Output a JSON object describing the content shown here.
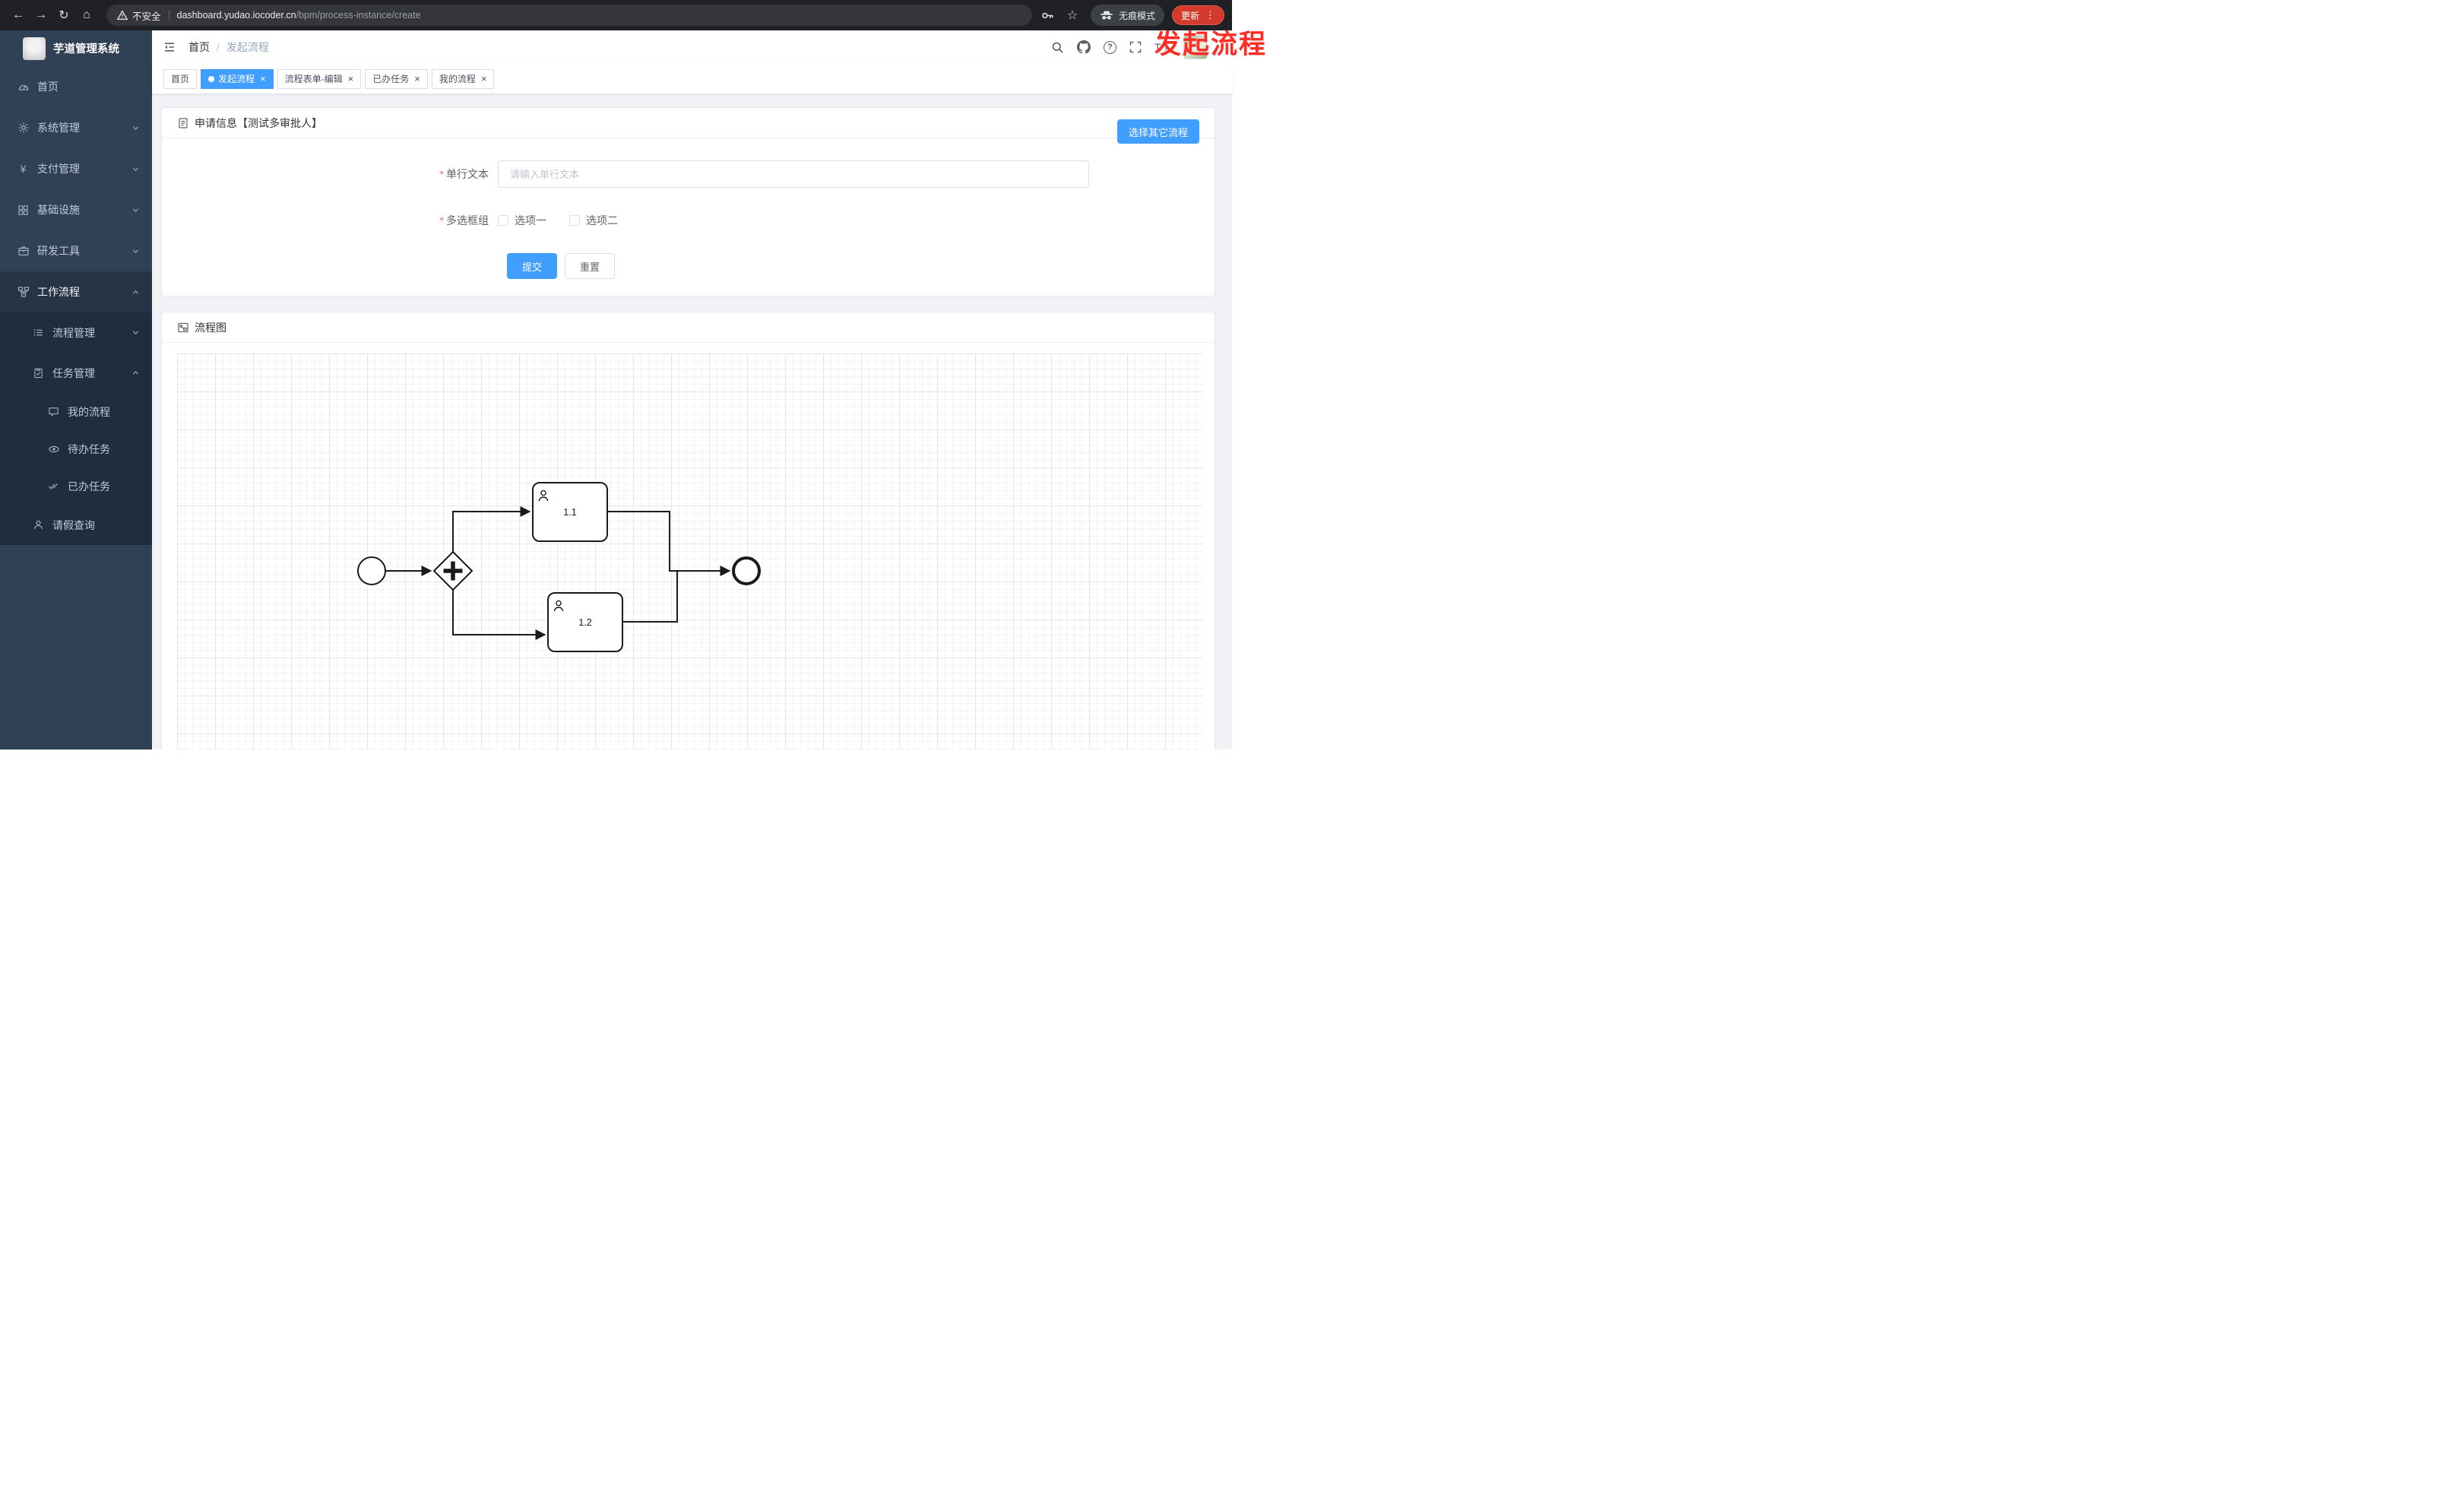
{
  "icons": {
    "back": "←",
    "forward": "→",
    "reload": "↻",
    "home": "⌂",
    "star": "☆",
    "overflow": "⋮",
    "caret": "▾",
    "close": "×",
    "yen": "¥",
    "question": "?",
    "slash": "/"
  },
  "browser": {
    "security_label": "不安全",
    "url_host": "dashboard.yudao.iocoder.cn",
    "url_path": "/bpm/process-instance/create",
    "incognito_label": "无痕模式",
    "update_label": "更新"
  },
  "annotation": {
    "title": "发起流程"
  },
  "sidebar": {
    "logo_title": "芋道管理系统",
    "menu": [
      {
        "label": "首页"
      },
      {
        "label": "系统管理"
      },
      {
        "label": "支付管理"
      },
      {
        "label": "基础设施"
      },
      {
        "label": "研发工具"
      },
      {
        "label": "工作流程"
      }
    ],
    "workflow_children": [
      {
        "label": "流程管理"
      },
      {
        "label": "任务管理"
      }
    ],
    "task_children": [
      {
        "label": "我的流程"
      },
      {
        "label": "待办任务"
      },
      {
        "label": "已办任务"
      }
    ],
    "leave_label": "请假查询"
  },
  "header": {
    "breadcrumb_home": "首页",
    "breadcrumb_current": "发起流程"
  },
  "tabs": [
    {
      "label": "首页"
    },
    {
      "label": "发起流程"
    },
    {
      "label": "流程表单-编辑"
    },
    {
      "label": "已办任务"
    },
    {
      "label": "我的流程"
    }
  ],
  "form_card": {
    "title": "申请信息【测试多审批人】",
    "choose_button": "选择其它流程",
    "text_field": {
      "label": "单行文本",
      "placeholder": "请输入单行文本",
      "value": ""
    },
    "checkbox_group": {
      "label": "多选框组",
      "options": [
        {
          "label": "选项一",
          "checked": false
        },
        {
          "label": "选项二",
          "checked": false
        }
      ]
    },
    "submit_label": "提交",
    "reset_label": "重置"
  },
  "diagram_card": {
    "title": "流程图",
    "nodes": {
      "task1": "1.1",
      "task2": "1.2"
    }
  },
  "colors": {
    "accent": "#409eff",
    "sidebar_bg": "#304156",
    "submenu_bg": "#1f2d3d",
    "annotation_red": "#fe2c25"
  }
}
